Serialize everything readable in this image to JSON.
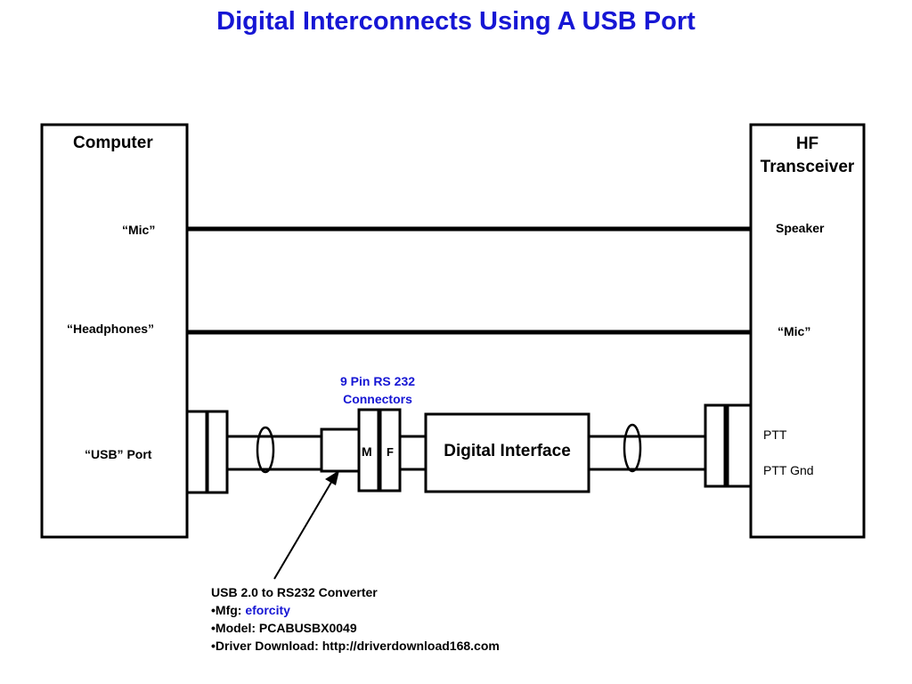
{
  "title": "Digital Interconnects Using A USB Port",
  "colors": {
    "title": "#1616d4",
    "accent": "#1616d4",
    "line": "#000000"
  },
  "computer": {
    "title": "Computer",
    "mic_label": "“Mic”",
    "headphones_label": "“Headphones”",
    "usb_label": "“USB” Port"
  },
  "transceiver": {
    "title_line1": "HF",
    "title_line2": "Transceiver",
    "speaker_label": "Speaker",
    "mic_label": "“Mic”",
    "ptt_label": "PTT",
    "ptt_gnd_label": "PTT Gnd"
  },
  "connectors": {
    "heading_line1": "9 Pin RS 232",
    "heading_line2": "Connectors",
    "male_label": "M",
    "female_label": "F"
  },
  "digital_interface": {
    "label": "Digital Interface"
  },
  "converter": {
    "heading": "USB 2.0 to RS232 Converter",
    "mfg_label": "•Mfg: ",
    "mfg_value": "eforcity",
    "model": "•Model: PCABUSBX0049",
    "driver": "•Driver Download: http://driverdownload168.com"
  }
}
